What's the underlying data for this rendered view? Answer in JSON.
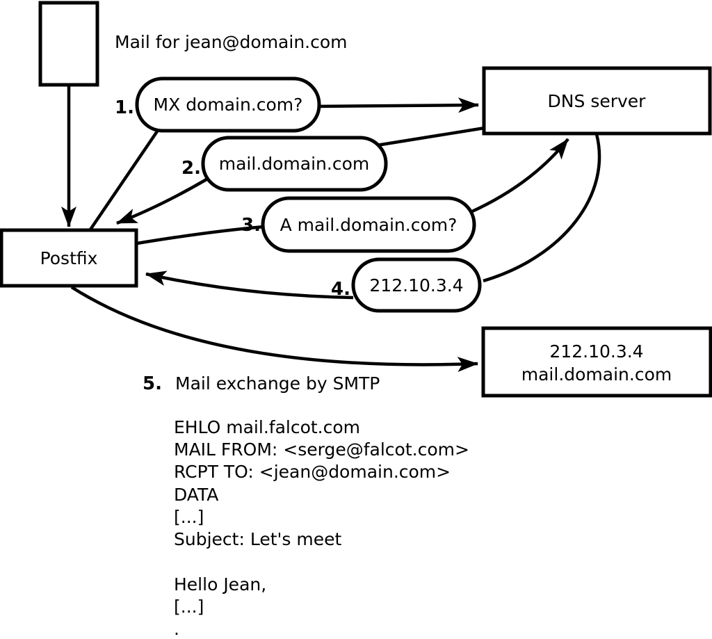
{
  "title": "Mail for jean@domain.com",
  "colors": {
    "line": "#000000",
    "node_fill": "#ffffff"
  },
  "nodes": {
    "postfix": {
      "label": "Postfix"
    },
    "dns_server": {
      "label": "DNS server"
    },
    "mail_server": {
      "line1": "212.10.3.4",
      "line2": "mail.domain.com"
    }
  },
  "steps": [
    {
      "num": "1.",
      "label": "MX domain.com?"
    },
    {
      "num": "2.",
      "label": "mail.domain.com"
    },
    {
      "num": "3.",
      "label": "A mail.domain.com?"
    },
    {
      "num": "4.",
      "label": "212.10.3.4"
    },
    {
      "num": "5.",
      "label": "Mail exchange by SMTP"
    }
  ],
  "smtp_session": {
    "lines": [
      "EHLO mail.falcot.com",
      "MAIL FROM: <serge@falcot.com>",
      "RCPT TO: <jean@domain.com>",
      "DATA",
      "[...]",
      "Subject: Let's meet",
      "",
      "Hello Jean,",
      "[...]",
      "."
    ]
  }
}
